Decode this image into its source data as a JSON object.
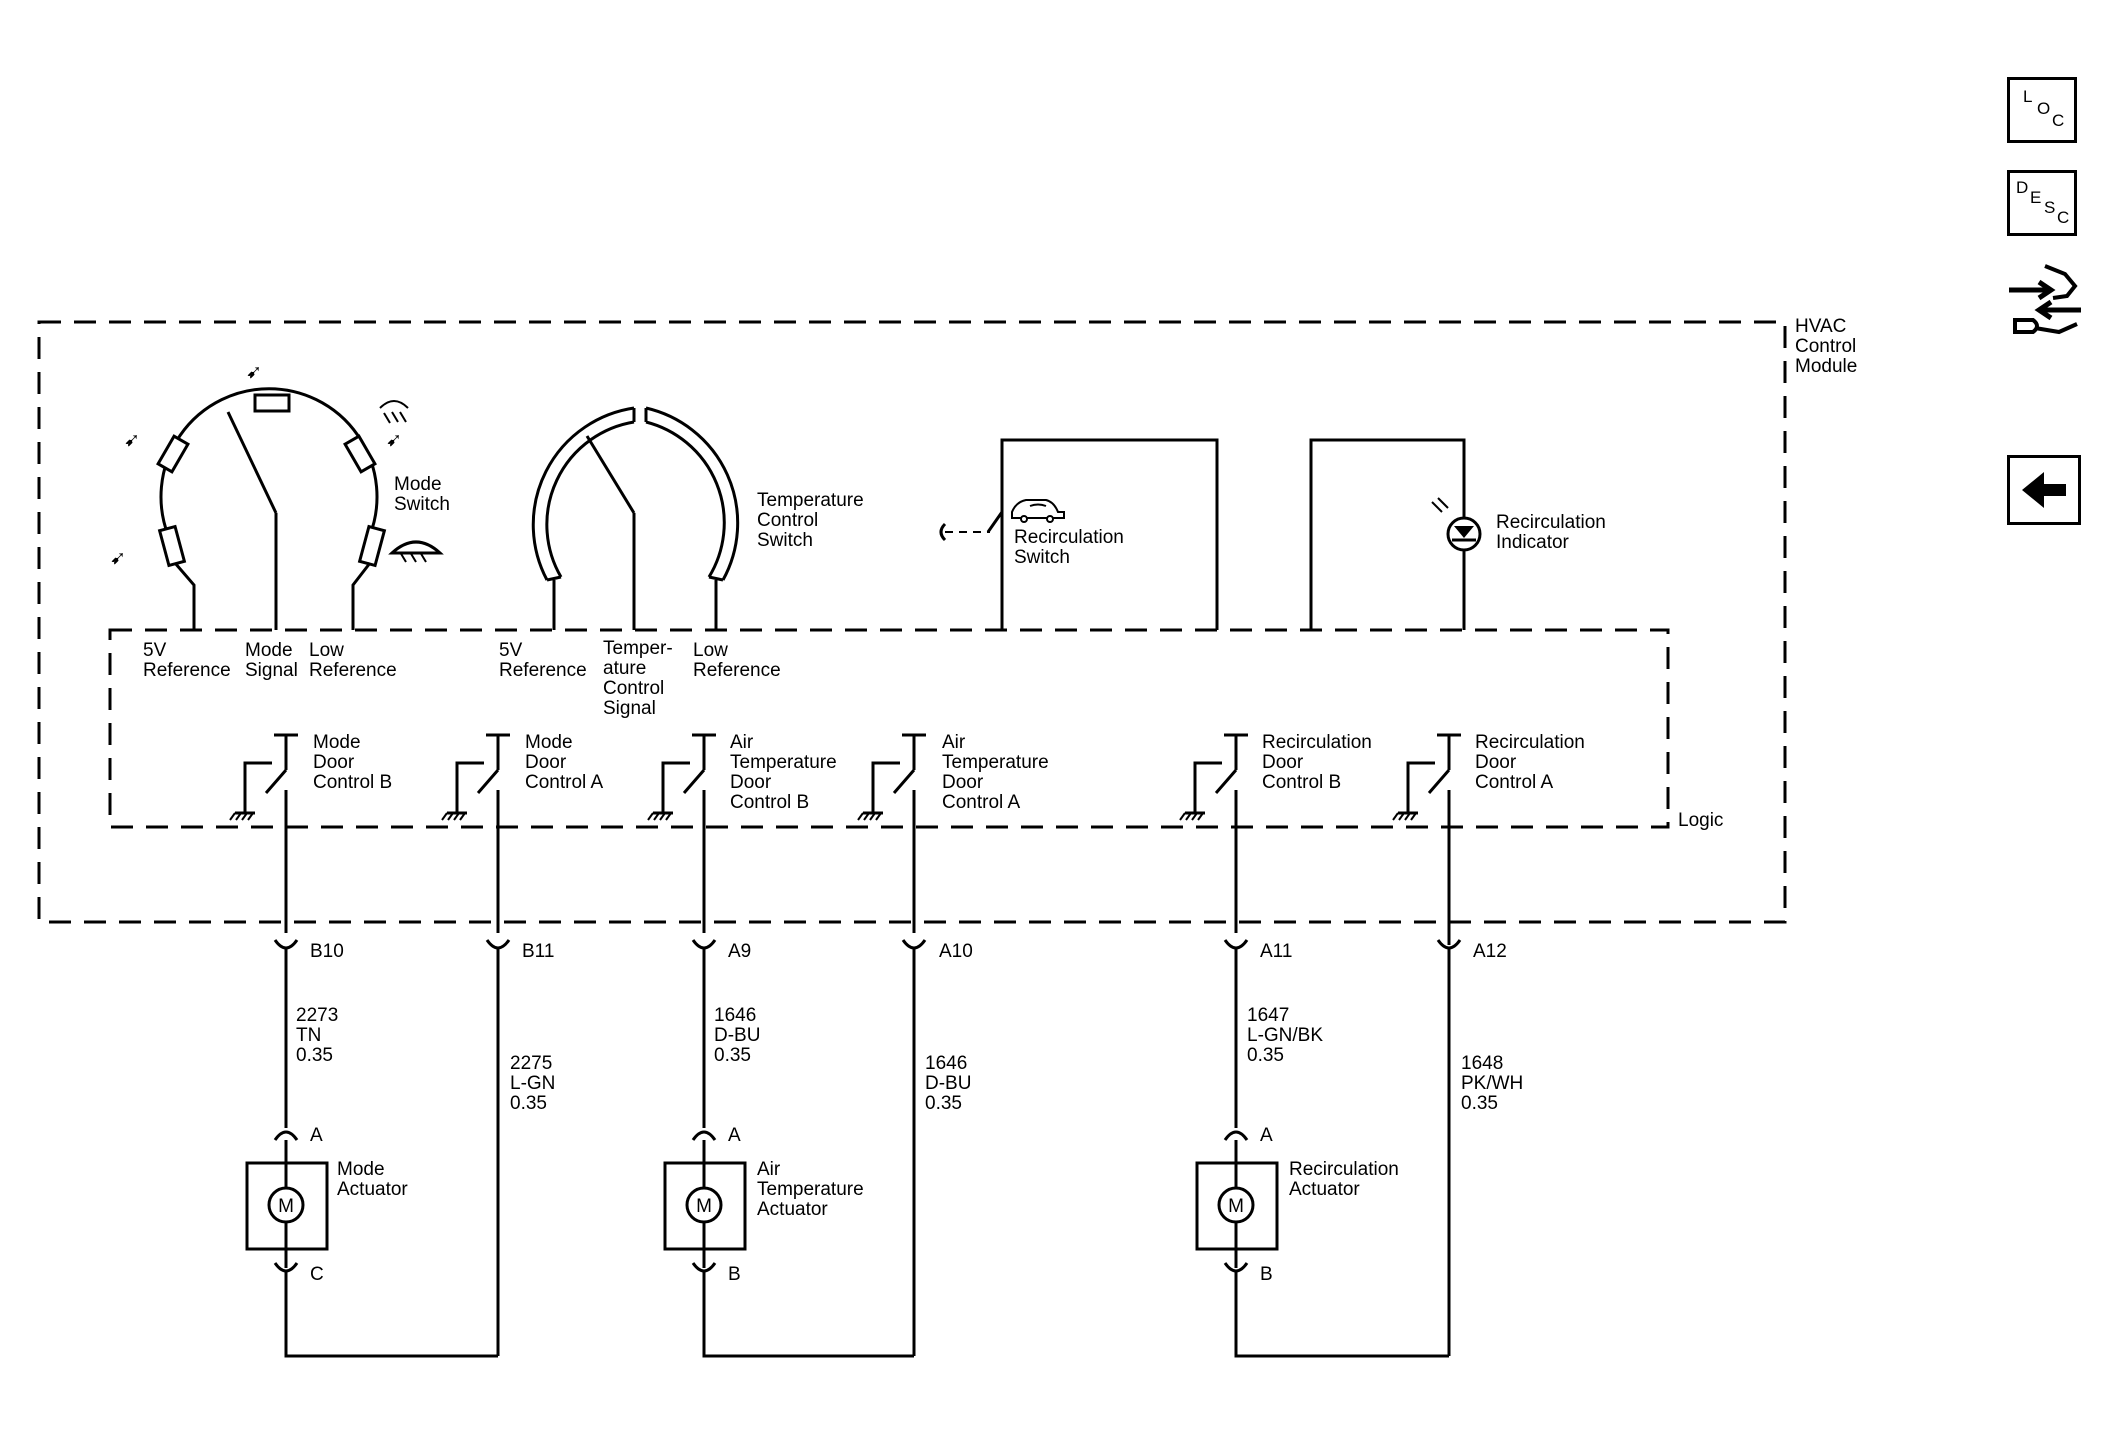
{
  "nav": {
    "loc": {
      "l1": "L",
      "l2": "O",
      "l3": "C"
    },
    "desc": {
      "l1": "D",
      "l2": "E",
      "l3": "S",
      "l4": "C"
    }
  },
  "diagram": {
    "module_label": [
      "HVAC",
      "Control",
      "Module"
    ],
    "logic_label": "Logic",
    "mode_switch": [
      "Mode",
      "Switch"
    ],
    "temp_switch": [
      "Temperature",
      "Control",
      "Switch"
    ],
    "recirc_switch": [
      "Recirculation",
      "Switch"
    ],
    "recirc_indicator": [
      "Recirculation",
      "Indicator"
    ],
    "refs": {
      "five_v_1": [
        "5V",
        "Reference"
      ],
      "mode_signal": [
        "Mode",
        "Signal"
      ],
      "low_ref_1": [
        "Low",
        "Reference"
      ],
      "five_v_2": [
        "5V",
        "Reference"
      ],
      "temp_signal": [
        "Temper-",
        "ature",
        "Control",
        "Signal"
      ],
      "low_ref_2": [
        "Low",
        "Reference"
      ]
    },
    "logic_switches": [
      [
        "Mode",
        "Door",
        "Control B"
      ],
      [
        "Mode",
        "Door",
        "Control A"
      ],
      [
        "Air",
        "Temperature",
        "Door",
        "Control B"
      ],
      [
        "Air",
        "Temperature",
        "Door",
        "Control A"
      ],
      [
        "Recirculation",
        "Door",
        "Control B"
      ],
      [
        "Recirculation",
        "Door",
        "Control A"
      ]
    ],
    "pins": [
      "B10",
      "B11",
      "A9",
      "A10",
      "A11",
      "A12"
    ],
    "wires": [
      [
        "2273",
        "TN",
        "0.35"
      ],
      [
        "2275",
        "L-GN",
        "0.35"
      ],
      [
        "1646",
        "D-BU",
        "0.35"
      ],
      [
        "1646",
        "D-BU",
        "0.35"
      ],
      [
        "1647",
        "L-GN/BK",
        "0.35"
      ],
      [
        "1648",
        "PK/WH",
        "0.35"
      ]
    ],
    "actuators": [
      {
        "name": [
          "Mode",
          "Actuator"
        ],
        "top_pin": "A",
        "bottom_pin": "C",
        "symbol": "M"
      },
      {
        "name": [
          "Air",
          "Temperature",
          "Actuator"
        ],
        "top_pin": "A",
        "bottom_pin": "B",
        "symbol": "M"
      },
      {
        "name": [
          "Recirculation",
          "Actuator"
        ],
        "top_pin": "A",
        "bottom_pin": "B",
        "symbol": "M"
      }
    ]
  }
}
